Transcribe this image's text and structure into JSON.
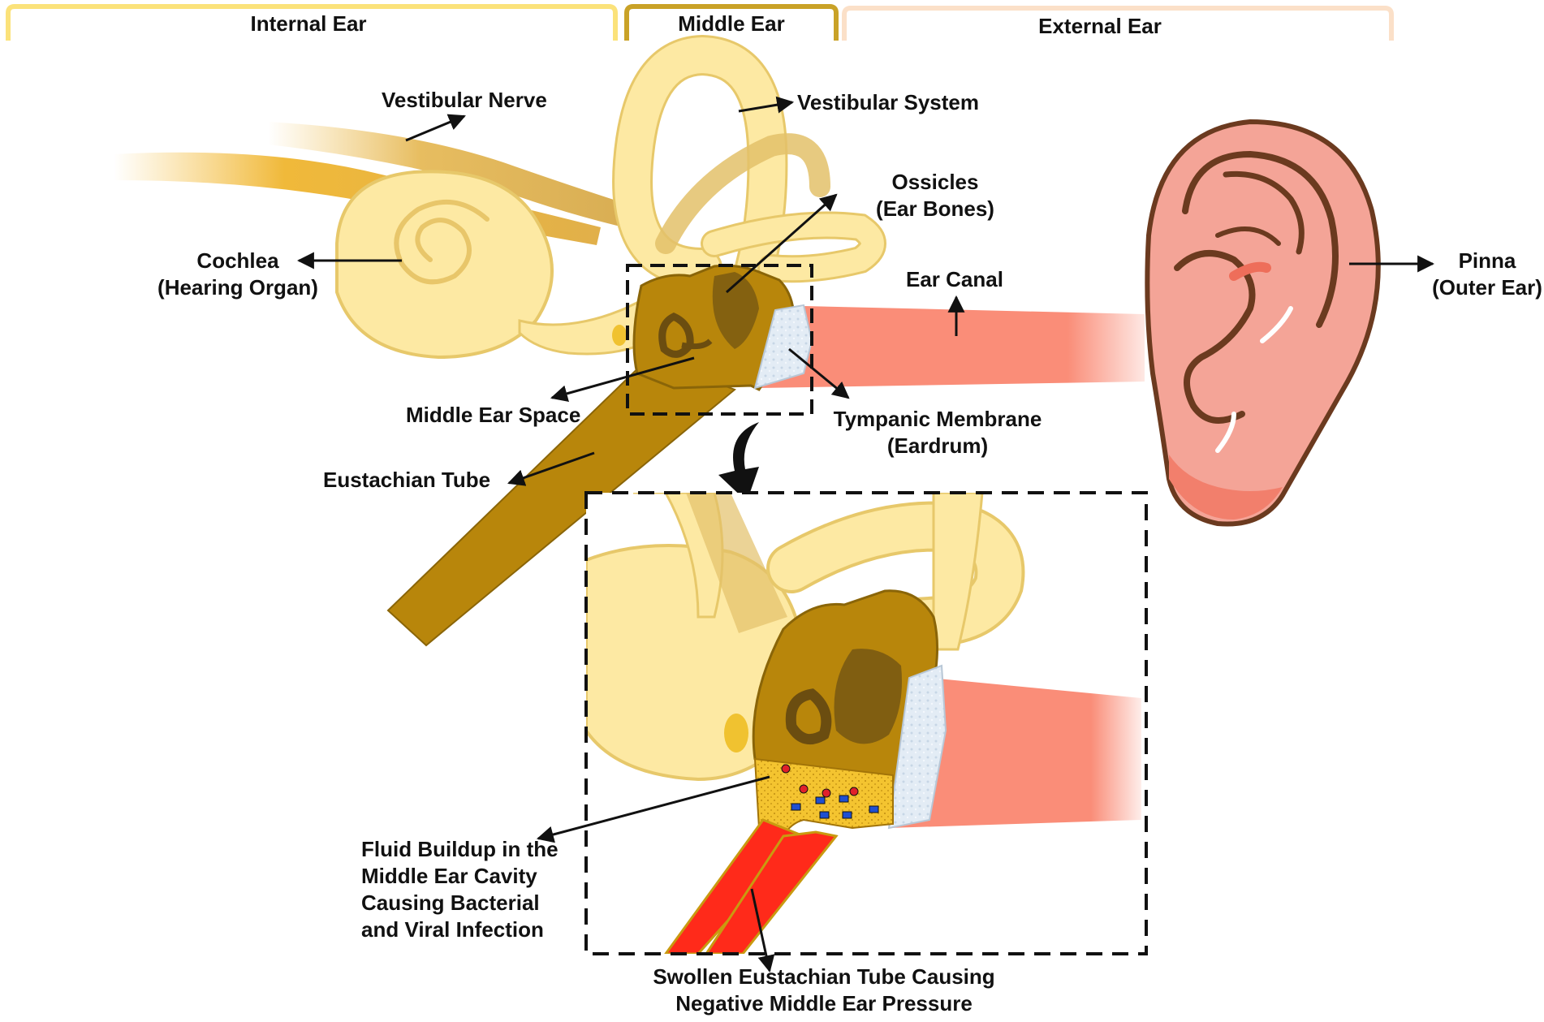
{
  "sections": {
    "internal": "Internal Ear",
    "middle": "Middle Ear",
    "external": "External Ear"
  },
  "labels": {
    "vestibular_nerve": "Vestibular Nerve",
    "vestibular_system": "Vestibular System",
    "ossicles": "Ossicles",
    "ossicles_sub": "(Ear Bones)",
    "cochlea": "Cochlea",
    "cochlea_sub": "(Hearing Organ)",
    "ear_canal": "Ear Canal",
    "pinna": "Pinna",
    "pinna_sub": "(Outer Ear)",
    "middle_ear_space": "Middle Ear Space",
    "tympanic": "Tympanic Membrane",
    "tympanic_sub": "(Eardrum)",
    "eustachian": "Eustachian Tube",
    "fluid": [
      "Fluid Buildup in the",
      "Middle Ear Cavity",
      "Causing Bacterial",
      "and Viral Infection"
    ],
    "swollen": [
      "Swollen Eustachian Tube Causing",
      "Negative Middle Ear Pressure"
    ]
  },
  "colors": {
    "inner_ear": "#fde9a3",
    "inner_outline": "#e7c86a",
    "ossicle_body": "#b8860b",
    "ossicle_dark": "#7a5a12",
    "canal": "#fa8d78",
    "pinna": "#f4a497",
    "pinna_outline": "#6b3a1f",
    "eardrum": "#dfe9f3",
    "fluid": "#f4c430",
    "swollen": "#ff2a1a",
    "bracket_internal": "#fbe27a",
    "bracket_middle": "#c9a227",
    "bracket_external": "#fbe0c8"
  }
}
